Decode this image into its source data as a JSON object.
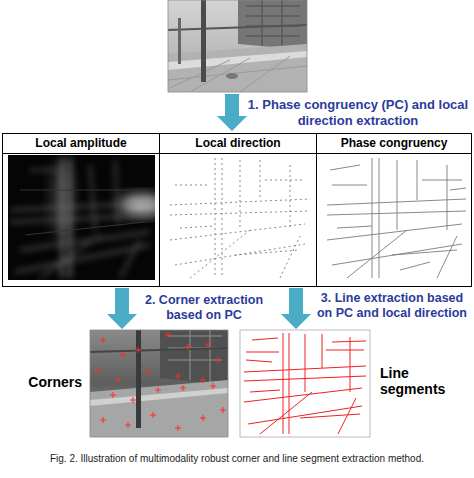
{
  "diagram": {
    "caption": "Fig. 2. Illustration of multimodality robust corner and line segment extraction method.",
    "nodes": [
      {
        "text": [
          "Local amplitude"
        ]
      },
      {
        "text": [
          "Local direction"
        ]
      },
      {
        "text": [
          "Phase congruency"
        ]
      },
      {
        "text": [
          "Corners"
        ]
      },
      {
        "text": [
          "Line segments"
        ]
      }
    ],
    "edges": [
      {
        "from": 0,
        "to": 3,
        "arrow": "to",
        "label": "2. Corner extraction based on PC"
      },
      {
        "from": 1,
        "to": 4,
        "arrow": "to",
        "label": "3. Line extraction based on PC and local direction"
      }
    ],
    "labels": [
      "1. Phase congruency (PC) and local direction extraction"
    ]
  }
}
